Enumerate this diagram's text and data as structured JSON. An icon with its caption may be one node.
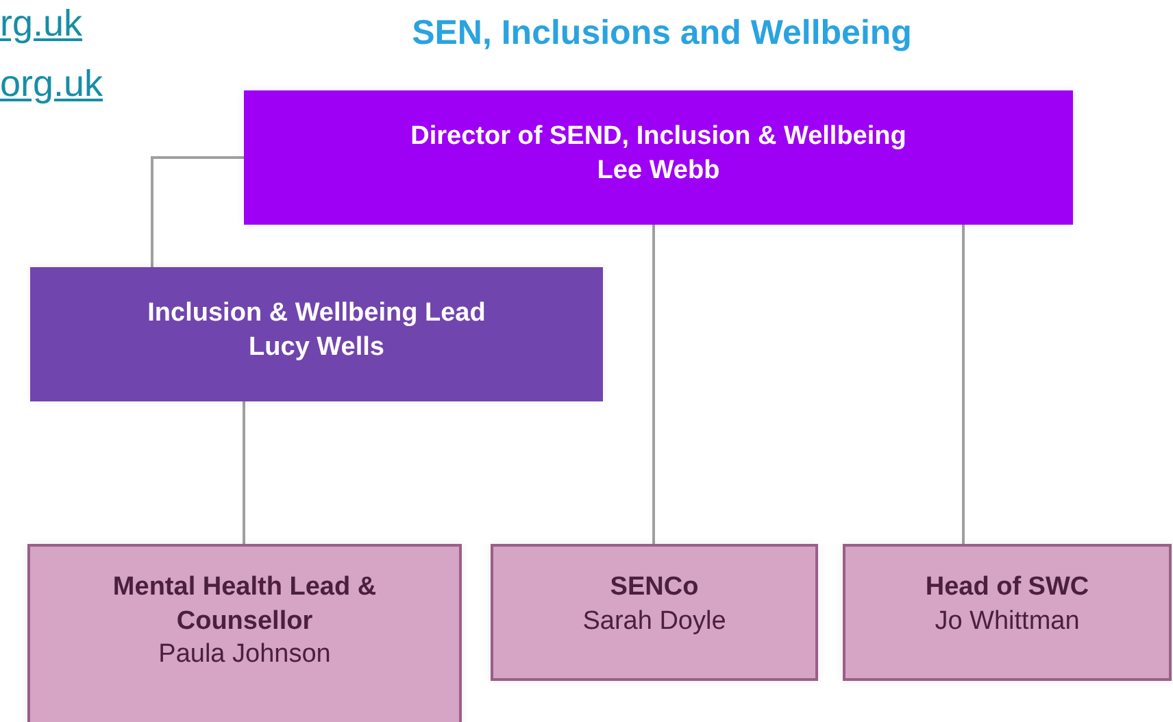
{
  "diagram": {
    "title": "SEN, Inclusions and Wellbeing",
    "nodes": [
      {
        "text": [
          "Director of SEND, Inclusion & Wellbeing",
          "Lee Webb"
        ]
      },
      {
        "text": [
          "Inclusion & Wellbeing Lead",
          "Lucy Wells"
        ]
      },
      {
        "text": [
          "Mental Health Lead & Counsellor",
          "Paula Johnson"
        ]
      },
      {
        "text": [
          "SENCo",
          "Sarah Doyle"
        ]
      },
      {
        "text": [
          "Head of SWC",
          "Jo Whittman"
        ]
      }
    ],
    "edges": [
      {
        "from": 0,
        "to": 1,
        "arrow": "none"
      },
      {
        "from": 1,
        "to": 2,
        "arrow": "none"
      },
      {
        "from": 0,
        "to": 3,
        "arrow": "none"
      },
      {
        "from": 0,
        "to": 4,
        "arrow": "none"
      }
    ],
    "labels": [
      "rg.uk",
      "org.uk"
    ]
  }
}
